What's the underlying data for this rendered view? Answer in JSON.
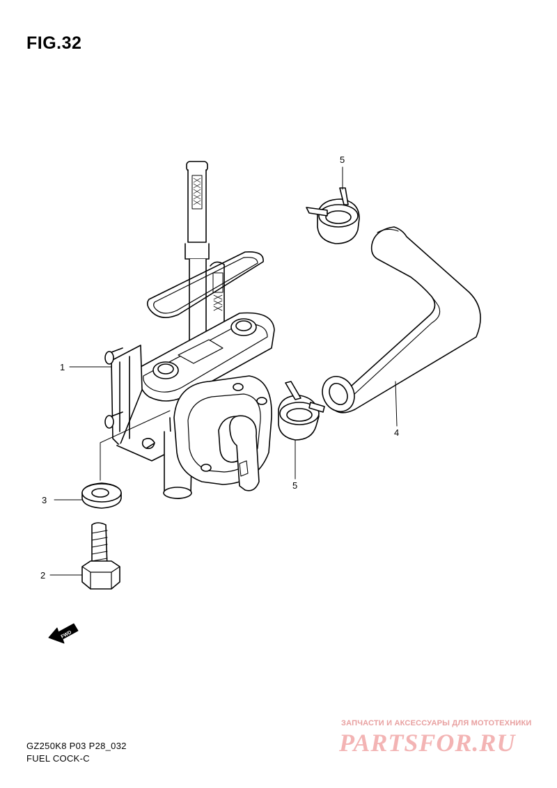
{
  "figure": {
    "title": "FIG.32"
  },
  "callouts": [
    {
      "id": "1",
      "label": "1"
    },
    {
      "id": "2",
      "label": "2"
    },
    {
      "id": "3",
      "label": "3"
    },
    {
      "id": "4",
      "label": "4"
    },
    {
      "id": "5a",
      "label": "5"
    },
    {
      "id": "5b",
      "label": "5"
    }
  ],
  "arrow": {
    "label": "FWD"
  },
  "footer": {
    "code": "GZ250K8 P03 P28_032",
    "name": "FUEL COCK-C"
  },
  "watermark": {
    "subtitle": "ЗАПЧАСТИ И АКСЕССУАРЫ ДЛЯ МОТОТЕХНИКИ",
    "brand": "PARTSFOR.RU"
  },
  "colors": {
    "line": "#000000",
    "background": "#ffffff",
    "watermark": "#f3b4b4"
  }
}
